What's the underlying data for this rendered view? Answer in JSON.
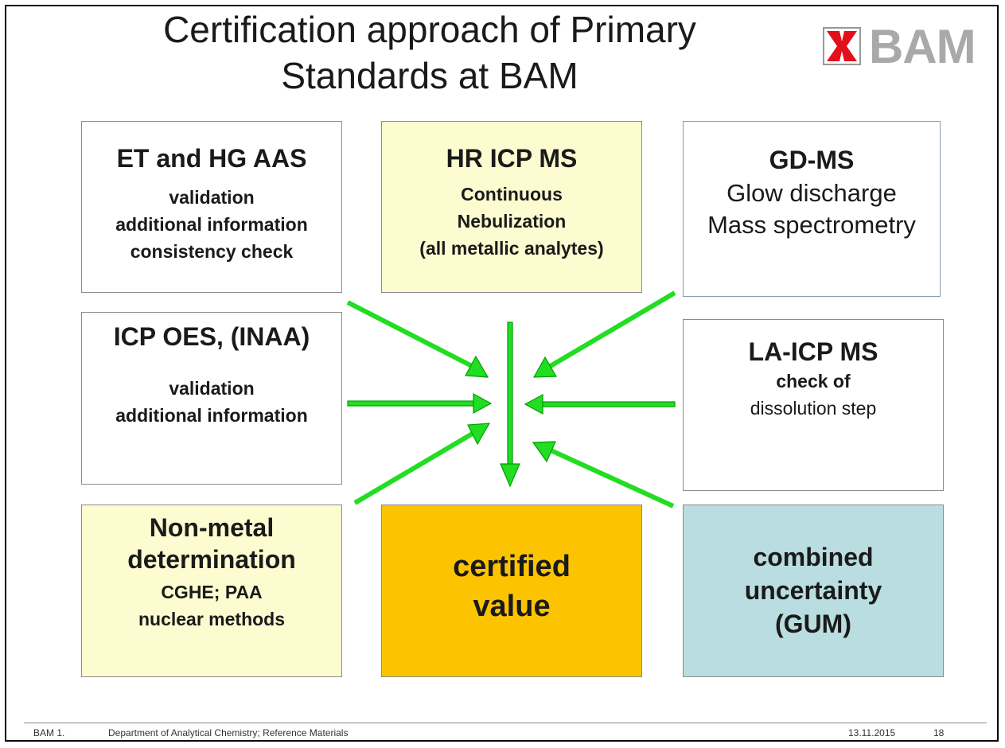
{
  "title": {
    "line1": "Certification approach of Primary",
    "line2": "Standards at BAM"
  },
  "logo": {
    "text": "BAM",
    "mark_color": "#e3101b",
    "text_color": "#a9a9a9"
  },
  "boxes": {
    "et_hg_aas": {
      "heading": "ET and HG AAS",
      "lines": [
        "validation",
        "additional information",
        "consistency check"
      ]
    },
    "hr_icp_ms": {
      "heading": "HR ICP MS",
      "lines": [
        "Continuous",
        "Nebulization",
        "(all metallic analytes)"
      ]
    },
    "gd_ms": {
      "heading": "GD-MS",
      "lines": [
        "Glow discharge",
        "Mass spectrometry"
      ]
    },
    "icp_oes": {
      "heading": "ICP OES, (INAA)",
      "lines": [
        "validation",
        "additional information"
      ]
    },
    "la_icp_ms": {
      "heading": "LA-ICP MS",
      "lines": [
        "check of",
        "dissolution step"
      ]
    },
    "non_metal": {
      "heading_lines": [
        "Non-metal",
        "determination"
      ],
      "lines": [
        "CGHE; PAA",
        "nuclear methods"
      ]
    },
    "certified": {
      "lines": [
        "certified",
        "value"
      ]
    },
    "combined": {
      "lines": [
        "combined",
        "uncertainty",
        "(GUM)"
      ]
    }
  },
  "colors": {
    "yellow_box": "#fdfbd0",
    "certified_box": "#fcc400",
    "uncertainty_box": "#b9dde0",
    "arrow": "#22dd22"
  },
  "footer": {
    "left": "BAM 1.",
    "department": "Department of Analytical Chemistry; Reference Materials",
    "date": "13.11.2015",
    "page": "18"
  }
}
